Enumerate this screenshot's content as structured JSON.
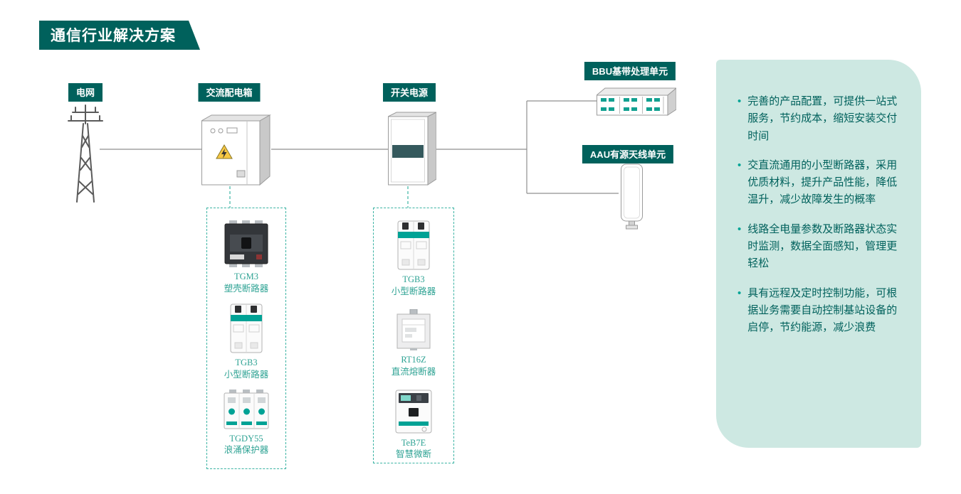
{
  "title": "通信行业解决方案",
  "diagram": {
    "nodes": {
      "grid": {
        "label": "电网"
      },
      "ac_distribution_box": {
        "label": "交流配电箱"
      },
      "switching_power_supply": {
        "label": "开关电源"
      },
      "bbu": {
        "label": "BBU基带处理单元"
      },
      "aau": {
        "label": "AAU有源天线单元"
      }
    },
    "product_groups": [
      {
        "products": [
          {
            "model": "TGM3",
            "name": "塑壳断路器"
          },
          {
            "model": "TGB3",
            "name": "小型断路器"
          },
          {
            "model": "TGDY55",
            "name": "浪涌保护器"
          }
        ]
      },
      {
        "products": [
          {
            "model": "TGB3",
            "name": "小型断路器"
          },
          {
            "model": "RT16Z",
            "name": "直流熔断器"
          },
          {
            "model": "TeB7E",
            "name": "智慧微断"
          }
        ]
      }
    ]
  },
  "benefits": {
    "items": [
      "完善的产品配置，可提供一站式服务，节约成本，缩短安装交付时间",
      "交直流通用的小型断路器，采用优质材料，提升产品性能，降低温升，减少故障发生的概率",
      "线路全电量参数及断路器状态实时监测，数据全面感知，管理更轻松",
      "具有远程及定时控制功能，可根据业务需要自动控制基站设备的启停，节约能源，减少浪费"
    ]
  },
  "colors": {
    "brand_teal_dark": "#00615C",
    "brand_teal": "#00A295",
    "panel_bg": "#CDE8E2",
    "dashed_border": "#3BB3A3"
  }
}
